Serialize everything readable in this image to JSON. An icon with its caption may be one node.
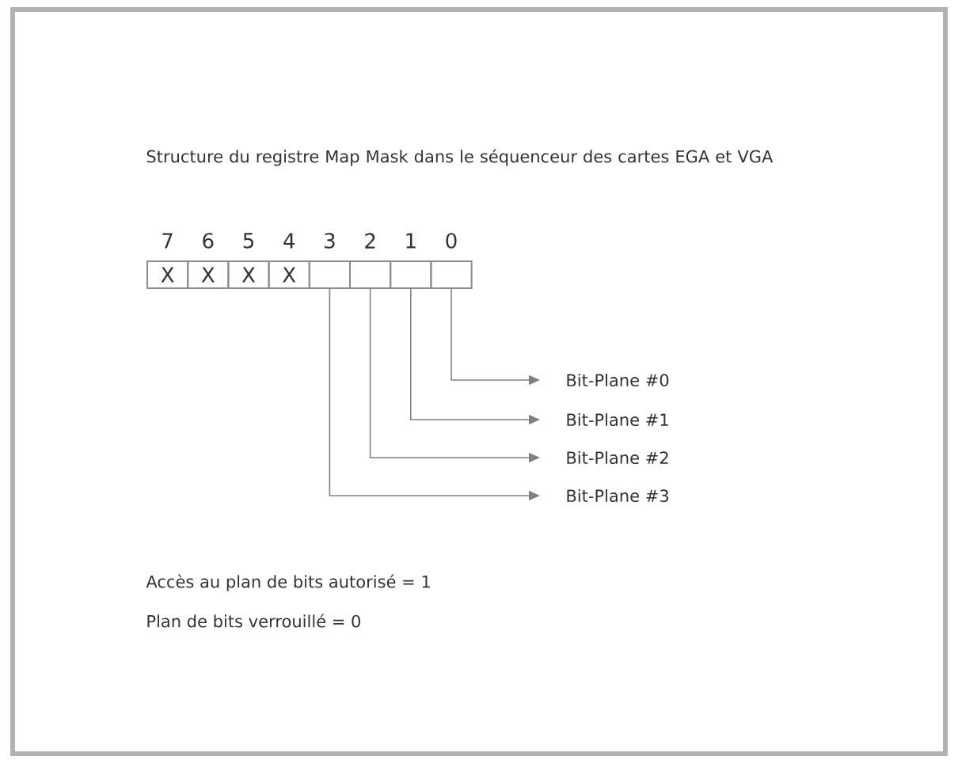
{
  "diagram": {
    "title": "Structure du registre Map Mask dans le séquenceur des cartes EGA et VGA",
    "nodes": [
      {
        "text": [
          "X"
        ]
      },
      {
        "text": [
          "X"
        ]
      },
      {
        "text": [
          "X"
        ]
      },
      {
        "text": [
          "X"
        ]
      },
      {
        "text": [],
        "shape": "box"
      },
      {
        "text": [],
        "shape": "box"
      },
      {
        "text": [],
        "shape": "box"
      },
      {
        "text": [],
        "shape": "box"
      },
      {
        "text": [
          "Bit-Plane #0"
        ]
      },
      {
        "text": [
          "Bit-Plane #1"
        ]
      },
      {
        "text": [
          "Bit-Plane #2"
        ]
      },
      {
        "text": [
          "Bit-Plane #3"
        ]
      }
    ],
    "edges": [
      {
        "from": 7,
        "to": 8,
        "arrow": "to"
      },
      {
        "from": 6,
        "to": 9,
        "arrow": "to"
      },
      {
        "from": 5,
        "to": 10,
        "arrow": "to"
      },
      {
        "from": 4,
        "to": 11,
        "arrow": "to"
      }
    ],
    "labels": [
      "7",
      "6",
      "5",
      "4",
      "3",
      "2",
      "1",
      "0",
      "Accès au plan de bits autorisé = 1",
      "Plan de bits verrouillé = 0"
    ]
  }
}
